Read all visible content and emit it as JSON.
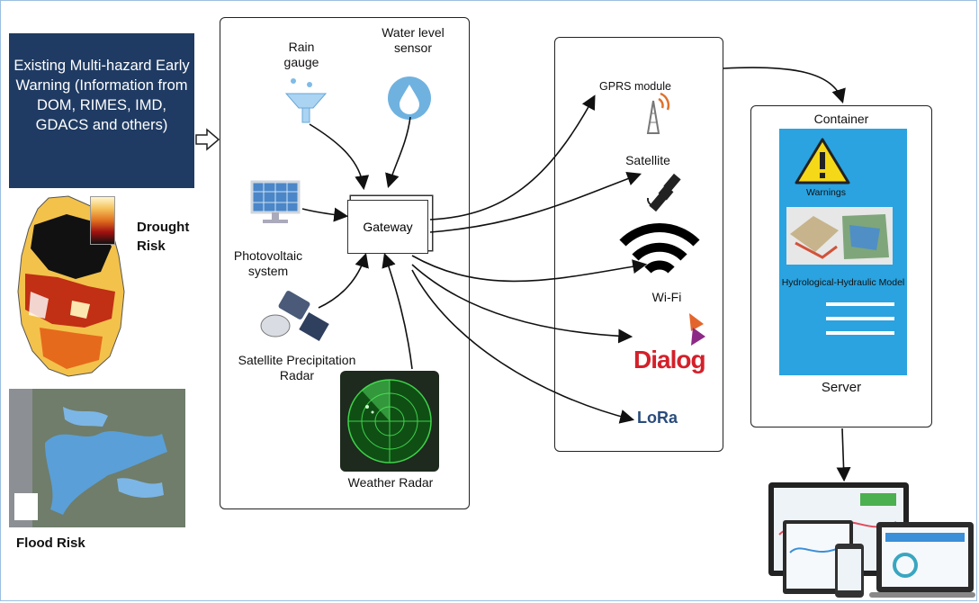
{
  "left": {
    "ews_text": "Existing Multi-hazard Early Warning (Information from DOM, RIMES, IMD, GDACS and others)",
    "drought_label": "Drought Risk",
    "flood_label": "Flood Risk"
  },
  "sensors": {
    "rain_gauge": "Rain gauge",
    "water_level": "Water level sensor",
    "photovoltaic": "Photovoltaic system",
    "satellite_radar": "Satellite Precipitation Radar",
    "weather_radar": "Weather Radar",
    "gateway": "Gateway"
  },
  "comms": {
    "gprs": "GPRS module",
    "satellite": "Satellite",
    "wifi": "Wi-Fi",
    "dialog": "Dialog",
    "lora": "LoRa"
  },
  "server": {
    "container": "Container",
    "warnings": "Warnings",
    "model": "Hydrological-Hydraulic Model",
    "server_label": "Server"
  },
  "colors": {
    "ews_bg": "#1f3b63",
    "screen_bg": "#2aa3e0",
    "dialog_red": "#d4202a"
  }
}
